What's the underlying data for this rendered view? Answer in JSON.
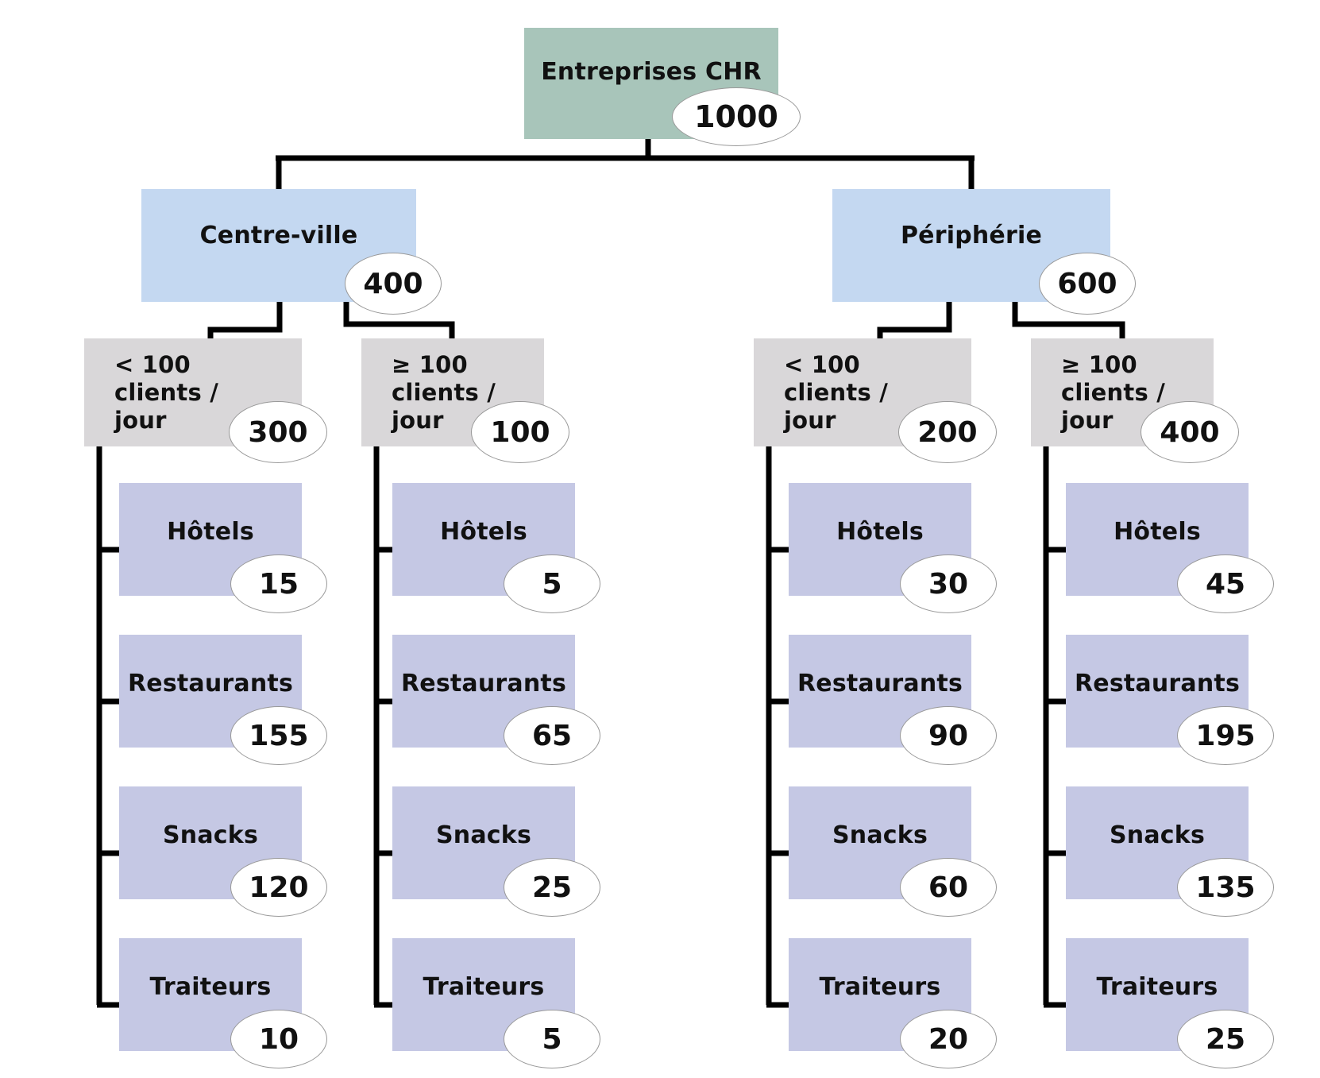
{
  "root": {
    "label": "Entreprises CHR",
    "value": "1000"
  },
  "level1": [
    {
      "label": "Centre-ville",
      "value": "400"
    },
    {
      "label": "Périphérie",
      "value": "600"
    }
  ],
  "level2": [
    {
      "label": "< 100 clients /\njour",
      "value": "300"
    },
    {
      "label": "≥ 100 clients /\njour",
      "value": "100"
    },
    {
      "label": "< 100 clients /\njour",
      "value": "200"
    },
    {
      "label": "≥ 100 clients /\njour",
      "value": "400"
    }
  ],
  "columns": [
    {
      "leaves": [
        {
          "label": "Hôtels",
          "value": "15"
        },
        {
          "label": "Restaurants",
          "value": "155"
        },
        {
          "label": "Snacks",
          "value": "120"
        },
        {
          "label": "Traiteurs",
          "value": "10"
        }
      ]
    },
    {
      "leaves": [
        {
          "label": "Hôtels",
          "value": "5"
        },
        {
          "label": "Restaurants",
          "value": "65"
        },
        {
          "label": "Snacks",
          "value": "25"
        },
        {
          "label": "Traiteurs",
          "value": "5"
        }
      ]
    },
    {
      "leaves": [
        {
          "label": "Hôtels",
          "value": "30"
        },
        {
          "label": "Restaurants",
          "value": "90"
        },
        {
          "label": "Snacks",
          "value": "60"
        },
        {
          "label": "Traiteurs",
          "value": "20"
        }
      ]
    },
    {
      "leaves": [
        {
          "label": "Hôtels",
          "value": "45"
        },
        {
          "label": "Restaurants",
          "value": "195"
        },
        {
          "label": "Snacks",
          "value": "135"
        },
        {
          "label": "Traiteurs",
          "value": "25"
        }
      ]
    }
  ],
  "colors": {
    "root_box": "#a8c5ba",
    "district_box": "#c4d8f1",
    "segment_box": "#d9d7d9",
    "category_box": "#c5c8e4",
    "connector": "#000000",
    "badge_fill": "#ffffff",
    "badge_border": "#999999",
    "text": "#111111",
    "background": "#ffffff"
  }
}
